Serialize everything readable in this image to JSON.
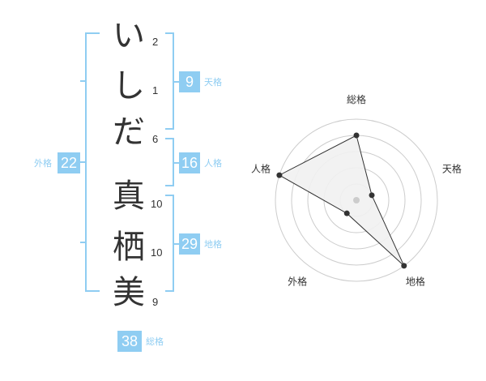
{
  "name": {
    "characters": [
      {
        "char": "い",
        "strokes": "2"
      },
      {
        "char": "し",
        "strokes": "1"
      },
      {
        "char": "だ",
        "strokes": "6"
      },
      {
        "char": "真",
        "strokes": "10"
      },
      {
        "char": "栖",
        "strokes": "10"
      },
      {
        "char": "美",
        "strokes": "9"
      }
    ]
  },
  "fortune": {
    "tenkaku": {
      "value": "9",
      "label": "天格"
    },
    "jinkaku": {
      "value": "16",
      "label": "人格"
    },
    "chikaku": {
      "value": "29",
      "label": "地格"
    },
    "gaikaku": {
      "value": "22",
      "label": "外格"
    },
    "soukaku": {
      "value": "38",
      "label": "総格"
    }
  },
  "radar": {
    "axes": [
      "総格",
      "天格",
      "地格",
      "外格",
      "人格"
    ],
    "levels": 5,
    "values": [
      4,
      1,
      5,
      1,
      5
    ],
    "max": 5,
    "colors": {
      "fill": "#f1f1f1",
      "stroke": "#333333",
      "grid": "#cccccc",
      "center": "#cccccc"
    }
  },
  "colors": {
    "accent": "#8fcdf2",
    "text": "#333333"
  }
}
